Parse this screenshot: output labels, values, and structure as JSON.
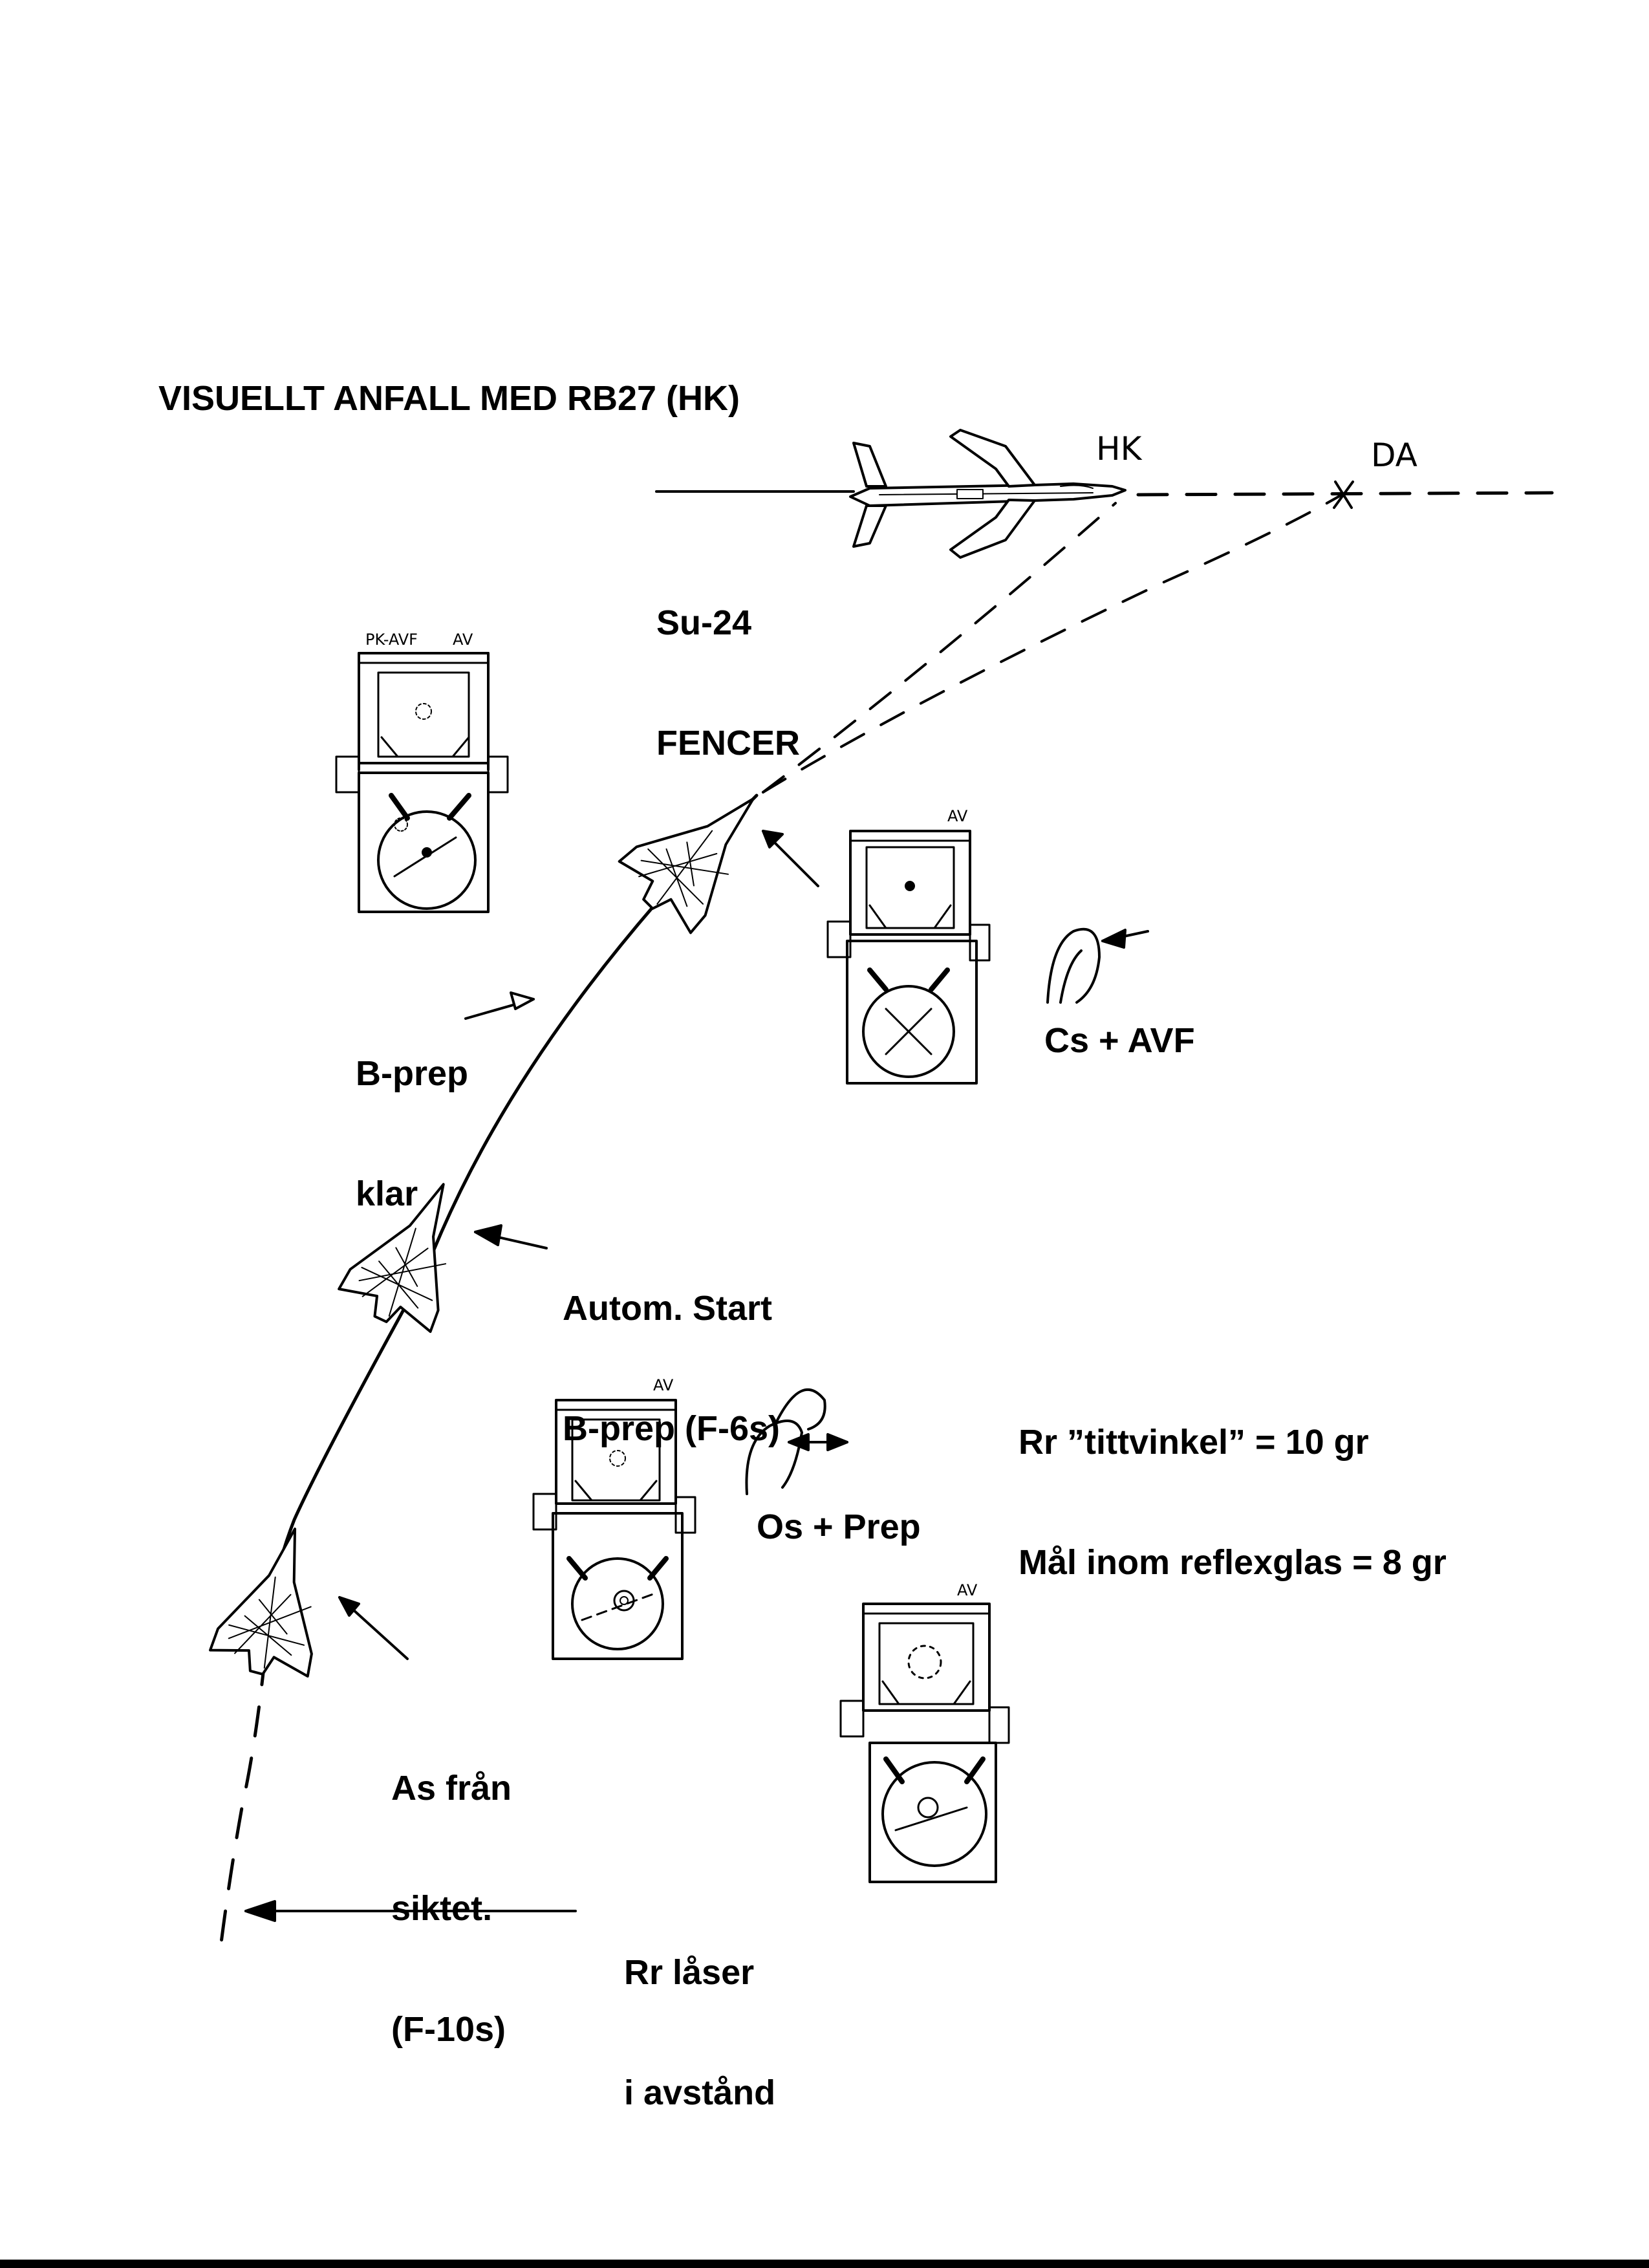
{
  "title": "VISUELLT ANFALL MED RB27 (HK)",
  "target": {
    "name_line1": "Su-24",
    "name_line2": "FENCER",
    "point_hk": "HK",
    "point_da": "DA"
  },
  "labels": {
    "bprep_klar_line1": "B-prep",
    "bprep_klar_line2": "klar",
    "cs_avf": "Cs + AVF",
    "autom_start_line1": "Autom. Start",
    "autom_start_line2": "B-prep (F-6s)",
    "rr_tittvinkel": "Rr ”tittvinkel” = 10 gr",
    "mal_inom": "Mål inom reflexglas = 8 gr",
    "os_prep": "Os + Prep",
    "as_fran_line1": "As från",
    "as_fran_line2": "siktet.",
    "as_fran_line3": "(F-10s)",
    "rr_laser_line1": "Rr låser",
    "rr_laser_line2": "i avstånd"
  },
  "panel_marks": {
    "pk_avf": "PK-AVF",
    "av": "AV"
  }
}
